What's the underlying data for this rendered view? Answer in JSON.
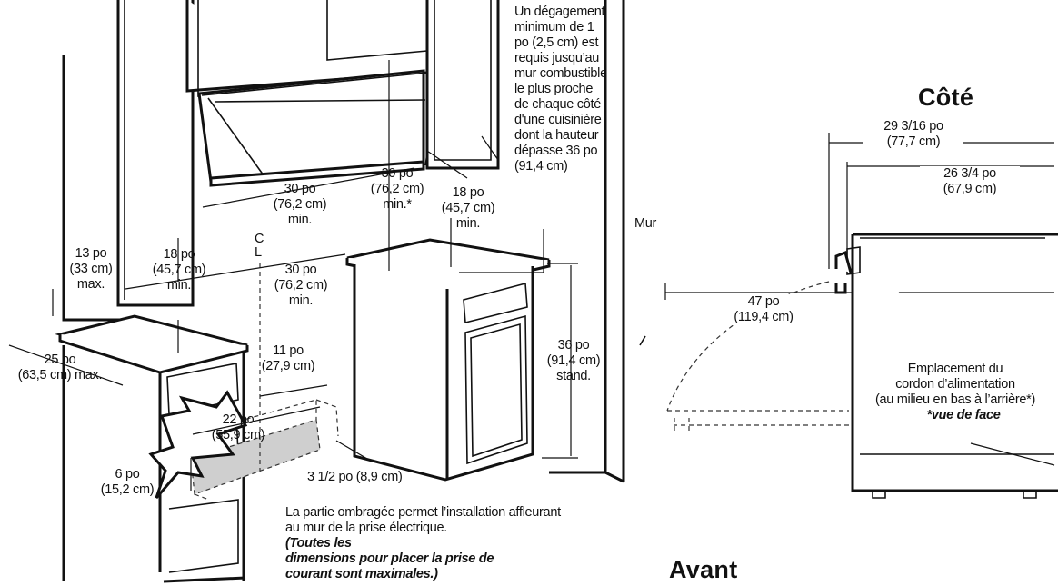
{
  "headings": {
    "side": "Côté",
    "front": "Avant"
  },
  "labels": {
    "clearance_note": "Un dégagement\nminimum de 1\npo (2,5 cm) est\nrequis jusqu’au\nmur combustible\nle plus proche\nde chaque côté\nd'une cuisinière\ndont la hauteur\ndépasse 36 po\n(91,4 cm)",
    "hood_width": "30 po\n(76,2 cm)\nmin.",
    "hood_height": "30 po\n(76,2 cm)\nmin.*",
    "upper_right": "18 po\n(45,7 cm)\nmin.",
    "wall": "Mur",
    "cab_depth": "13 po\n(33 cm)\nmax.",
    "upper_left": "18 po\n(45,7 cm)\nmin.",
    "centerline": "C\nL",
    "range_width": "30 po\n(76,2 cm)\nmin.",
    "counter_depth": "25 po\n(63,5 cm) max.",
    "outlet_11": "11 po\n(27,9 cm)",
    "outlet_22": "22 po\n(55,9 cm)",
    "outlet_6": "6 po\n(15,2 cm)",
    "outlet_3": "3 1/2 po (8,9 cm)",
    "counter_height": "36 po\n(91,4 cm)\nstand.",
    "shaded_note": "La partie ombragée permet l’installation affleurant\nau mur de la prise électrique.",
    "shaded_note_italic": "(Toutes les\ndimensions pour placer la prise de\ncourant sont maximales.)",
    "side_depth_total": "29 3/16 po\n(77,7 cm)",
    "side_depth_body": "26 3/4 po\n(67,9 cm)",
    "door_open": "47 po\n(119,4 cm)",
    "cord_location": "Emplacement du\ncordon d’alimentation\n(au milieu en bas à l’arrière*)",
    "front_view_note": "*vue de face"
  }
}
